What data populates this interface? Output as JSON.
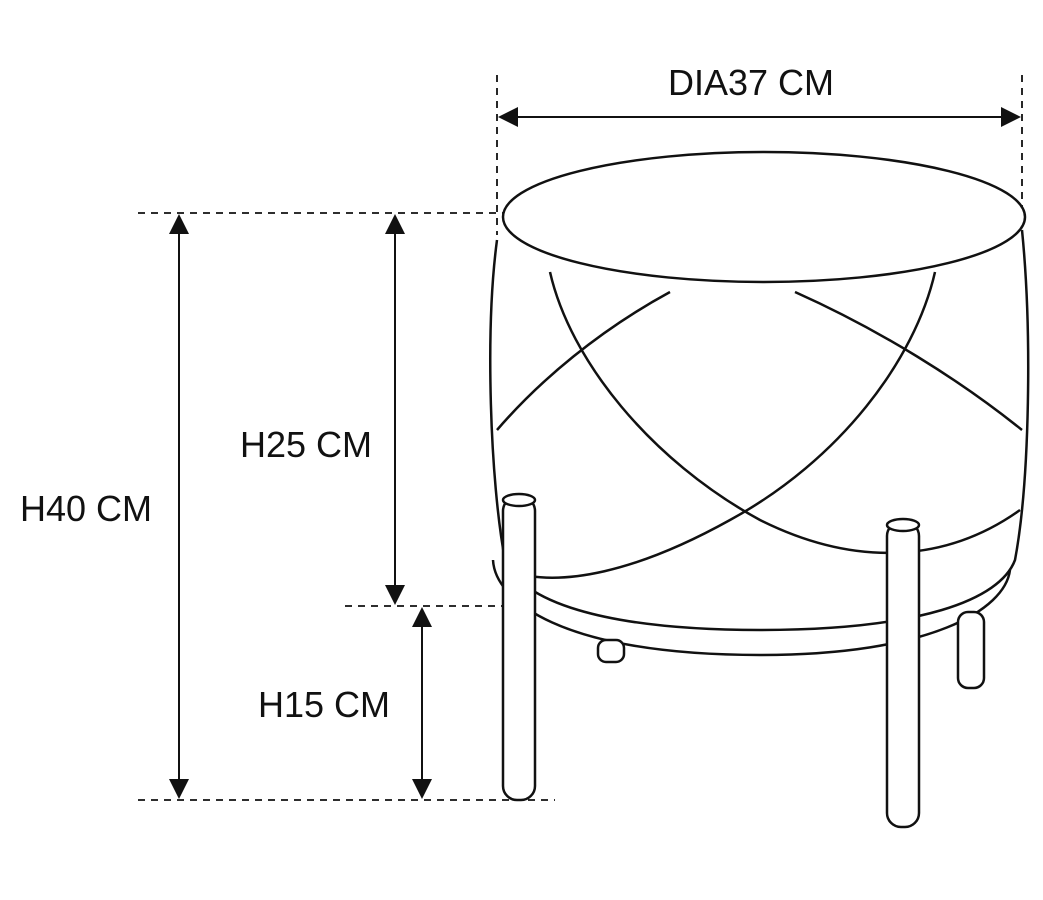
{
  "dimensions": {
    "diameter": "DIA37 CM",
    "total_height": "H40 CM",
    "seat_height": "H25 CM",
    "leg_height": "H15 CM"
  }
}
